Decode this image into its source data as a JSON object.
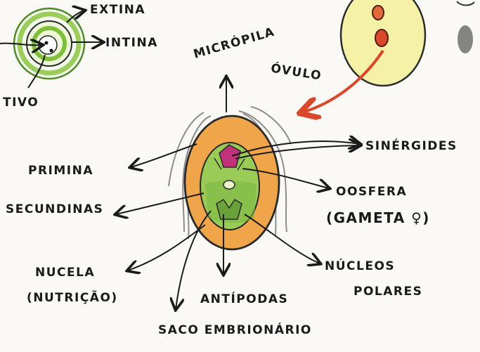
{
  "labels": {
    "extina": "EXTINA",
    "intina": "INTINA",
    "tivo": "TIVO",
    "micropila": "MICRÓPILA",
    "ovulo": "ÓVULO",
    "sinergides": "SINÉRGIDES",
    "primina": "PRIMINA",
    "secundinas": "SECUNDINAS",
    "oosfera": "OOSFERA",
    "gameta": "(GAMETA ♀)",
    "nucela": "NUCELA",
    "nutricao": "(NUTRIÇÃO)",
    "nucleos": "NÚCLEOS",
    "polares": "POLARES",
    "antipodas": "ANTÍPODAS",
    "saco_embrionario": "SACO EMBRIONÁRIO"
  },
  "colors": {
    "ink": "#1a1a1a",
    "orange": "#f0a54a",
    "green": "#8bc34a",
    "magenta": "#c0327a",
    "red_arrow": "#d9482b",
    "yellow": "#f3f0a0"
  }
}
